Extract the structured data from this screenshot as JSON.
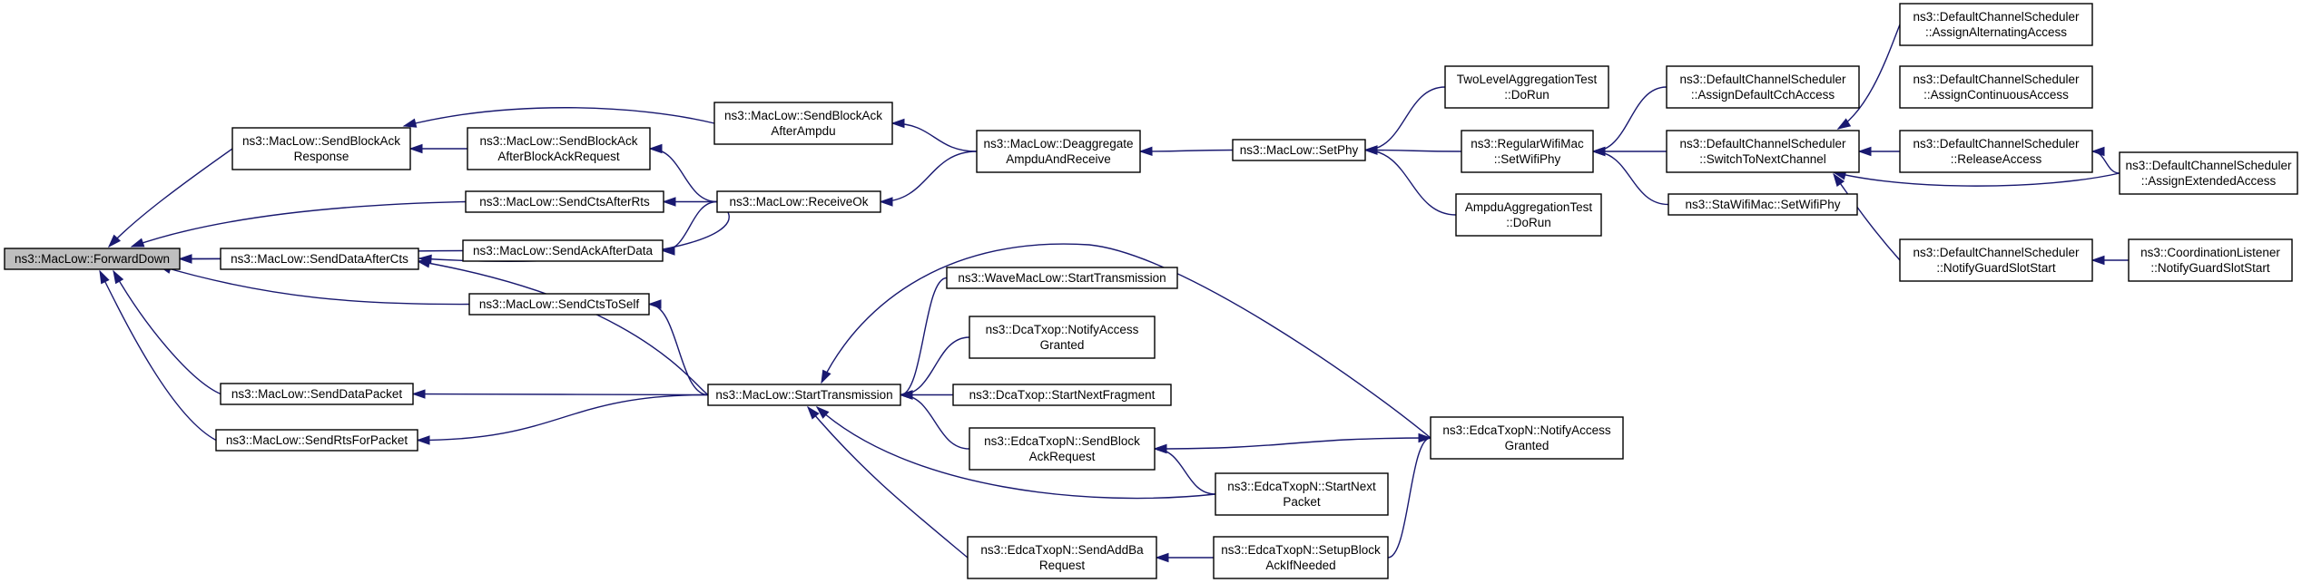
{
  "graph": {
    "nodes": [
      {
        "id": "forward_down",
        "lines": [
          "ns3::MacLow::ForwardDown"
        ],
        "root": true
      },
      {
        "id": "send_block_ack_response",
        "lines": [
          "ns3::MacLow::SendBlockAck",
          "Response"
        ]
      },
      {
        "id": "send_block_ack_after_bar",
        "lines": [
          "ns3::MacLow::SendBlockAck",
          "AfterBlockAckRequest"
        ]
      },
      {
        "id": "send_block_ack_after_ampdu",
        "lines": [
          "ns3::MacLow::SendBlockAck",
          "AfterAmpdu"
        ]
      },
      {
        "id": "send_cts_after_rts",
        "lines": [
          "ns3::MacLow::SendCtsAfterRts"
        ]
      },
      {
        "id": "send_ack_after_data",
        "lines": [
          "ns3::MacLow::SendAckAfterData"
        ]
      },
      {
        "id": "send_data_after_cts",
        "lines": [
          "ns3::MacLow::SendDataAfterCts"
        ]
      },
      {
        "id": "send_cts_to_self",
        "lines": [
          "ns3::MacLow::SendCtsToSelf"
        ]
      },
      {
        "id": "send_data_packet",
        "lines": [
          "ns3::MacLow::SendDataPacket"
        ]
      },
      {
        "id": "send_rts_for_packet",
        "lines": [
          "ns3::MacLow::SendRtsForPacket"
        ]
      },
      {
        "id": "receive_ok",
        "lines": [
          "ns3::MacLow::ReceiveOk"
        ]
      },
      {
        "id": "deaggregate",
        "lines": [
          "ns3::MacLow::Deaggregate",
          "AmpduAndReceive"
        ]
      },
      {
        "id": "set_phy",
        "lines": [
          "ns3::MacLow::SetPhy"
        ]
      },
      {
        "id": "two_level_test",
        "lines": [
          "TwoLevelAggregationTest",
          "::DoRun"
        ]
      },
      {
        "id": "regular_wifi_mac",
        "lines": [
          "ns3::RegularWifiMac",
          "::SetWifiPhy"
        ]
      },
      {
        "id": "ampdu_test",
        "lines": [
          "AmpduAggregationTest",
          "::DoRun"
        ]
      },
      {
        "id": "assign_default_cch",
        "lines": [
          "ns3::DefaultChannelScheduler",
          "::AssignDefaultCchAccess"
        ]
      },
      {
        "id": "switch_to_next_channel",
        "lines": [
          "ns3::DefaultChannelScheduler",
          "::SwitchToNextChannel"
        ]
      },
      {
        "id": "sta_wifi_mac",
        "lines": [
          "ns3::StaWifiMac::SetWifiPhy"
        ]
      },
      {
        "id": "assign_alternating",
        "lines": [
          "ns3::DefaultChannelScheduler",
          "::AssignAlternatingAccess"
        ]
      },
      {
        "id": "assign_continuous",
        "lines": [
          "ns3::DefaultChannelScheduler",
          "::AssignContinuousAccess"
        ]
      },
      {
        "id": "release_access",
        "lines": [
          "ns3::DefaultChannelScheduler",
          "::ReleaseAccess"
        ]
      },
      {
        "id": "assign_extended",
        "lines": [
          "ns3::DefaultChannelScheduler",
          "::AssignExtendedAccess"
        ]
      },
      {
        "id": "notify_guard_slot_start",
        "lines": [
          "ns3::DefaultChannelScheduler",
          "::NotifyGuardSlotStart"
        ]
      },
      {
        "id": "coordination_listener",
        "lines": [
          "ns3::CoordinationListener",
          "::NotifyGuardSlotStart"
        ]
      },
      {
        "id": "start_transmission",
        "lines": [
          "ns3::MacLow::StartTransmission"
        ]
      },
      {
        "id": "wave_mac_low",
        "lines": [
          "ns3::WaveMacLow::StartTransmission"
        ]
      },
      {
        "id": "dca_notify_access",
        "lines": [
          "ns3::DcaTxop::NotifyAccess",
          "Granted"
        ]
      },
      {
        "id": "dca_start_next_fragment",
        "lines": [
          "ns3::DcaTxop::StartNextFragment"
        ]
      },
      {
        "id": "edca_send_block_ack_request",
        "lines": [
          "ns3::EdcaTxopN::SendBlock",
          "AckRequest"
        ]
      },
      {
        "id": "edca_send_addba",
        "lines": [
          "ns3::EdcaTxopN::SendAddBa",
          "Request"
        ]
      },
      {
        "id": "edca_notify_access",
        "lines": [
          "ns3::EdcaTxopN::NotifyAccess",
          "Granted"
        ]
      },
      {
        "id": "edca_start_next_packet",
        "lines": [
          "ns3::EdcaTxopN::StartNext",
          "Packet"
        ]
      },
      {
        "id": "edca_setup_block_ack",
        "lines": [
          "ns3::EdcaTxopN::SetupBlock",
          "AckIfNeeded"
        ]
      }
    ],
    "edges": [
      {
        "from": "send_block_ack_response",
        "to": "forward_down"
      },
      {
        "from": "send_cts_after_rts",
        "to": "forward_down"
      },
      {
        "from": "send_ack_after_data",
        "to": "forward_down"
      },
      {
        "from": "send_data_after_cts",
        "to": "forward_down"
      },
      {
        "from": "send_cts_to_self",
        "to": "forward_down"
      },
      {
        "from": "send_data_packet",
        "to": "forward_down"
      },
      {
        "from": "send_rts_for_packet",
        "to": "forward_down"
      },
      {
        "from": "send_block_ack_after_bar",
        "to": "send_block_ack_response"
      },
      {
        "from": "send_block_ack_after_ampdu",
        "to": "send_block_ack_response"
      },
      {
        "from": "receive_ok",
        "to": "send_block_ack_after_bar"
      },
      {
        "from": "deaggregate",
        "to": "send_block_ack_after_ampdu"
      },
      {
        "from": "receive_ok",
        "to": "send_cts_after_rts"
      },
      {
        "from": "receive_ok",
        "to": "send_ack_after_data"
      },
      {
        "from": "receive_ok",
        "to": "send_data_after_cts"
      },
      {
        "from": "deaggregate",
        "to": "receive_ok"
      },
      {
        "from": "set_phy",
        "to": "deaggregate"
      },
      {
        "from": "two_level_test",
        "to": "set_phy"
      },
      {
        "from": "regular_wifi_mac",
        "to": "set_phy"
      },
      {
        "from": "ampdu_test",
        "to": "set_phy"
      },
      {
        "from": "assign_default_cch",
        "to": "regular_wifi_mac"
      },
      {
        "from": "switch_to_next_channel",
        "to": "regular_wifi_mac"
      },
      {
        "from": "sta_wifi_mac",
        "to": "regular_wifi_mac"
      },
      {
        "from": "assign_alternating",
        "to": "switch_to_next_channel"
      },
      {
        "from": "release_access",
        "to": "switch_to_next_channel"
      },
      {
        "from": "assign_extended",
        "to": "switch_to_next_channel"
      },
      {
        "from": "notify_guard_slot_start",
        "to": "switch_to_next_channel"
      },
      {
        "from": "assign_extended",
        "to": "release_access"
      },
      {
        "from": "coordination_listener",
        "to": "notify_guard_slot_start"
      },
      {
        "from": "start_transmission",
        "to": "send_data_after_cts"
      },
      {
        "from": "start_transmission",
        "to": "send_cts_to_self"
      },
      {
        "from": "start_transmission",
        "to": "send_data_packet"
      },
      {
        "from": "start_transmission",
        "to": "send_rts_for_packet"
      },
      {
        "from": "wave_mac_low",
        "to": "start_transmission"
      },
      {
        "from": "dca_notify_access",
        "to": "start_transmission"
      },
      {
        "from": "dca_start_next_fragment",
        "to": "start_transmission"
      },
      {
        "from": "edca_send_block_ack_request",
        "to": "start_transmission"
      },
      {
        "from": "edca_send_addba",
        "to": "start_transmission"
      },
      {
        "from": "edca_notify_access",
        "to": "start_transmission"
      },
      {
        "from": "edca_start_next_packet",
        "to": "start_transmission"
      },
      {
        "from": "edca_notify_access",
        "to": "edca_send_block_ack_request"
      },
      {
        "from": "edca_start_next_packet",
        "to": "edca_send_block_ack_request"
      },
      {
        "from": "edca_setup_block_ack",
        "to": "edca_send_addba"
      },
      {
        "from": "edca_setup_block_ack",
        "to": "edca_notify_access"
      }
    ]
  },
  "colors": {
    "edge": "#191970",
    "node_border": "#000000",
    "node_fill": "#ffffff",
    "root_fill": "#bfbfbf"
  }
}
